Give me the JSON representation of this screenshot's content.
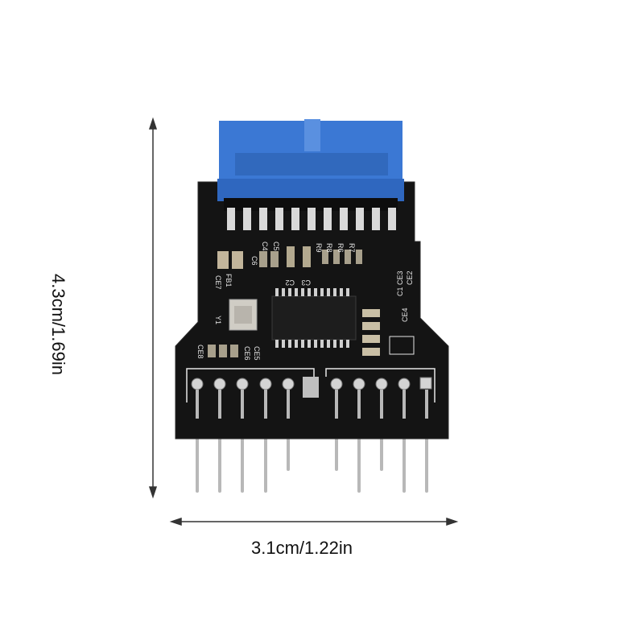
{
  "dimensions": {
    "height_label": "4.3cm/1.69in",
    "width_label": "3.1cm/1.22in"
  },
  "board": {
    "pcb_color": "#141414",
    "connector_color": "#3b78d4",
    "silkscreen_color": "#e6e6e6",
    "pin_color": "#c9c9c9",
    "silkscreen_labels": [
      "C6",
      "C4",
      "C5",
      "R9",
      "R8",
      "R6",
      "R7",
      "CE7",
      "FB1",
      "C2",
      "C3",
      "C1",
      "CE3",
      "CE2",
      "CE4",
      "Y1",
      "CE8",
      "CE6",
      "CE5"
    ],
    "chip_text": "",
    "crystal": "Y1"
  },
  "colors": {
    "dimension_line": "#333333",
    "background": "#ffffff"
  }
}
